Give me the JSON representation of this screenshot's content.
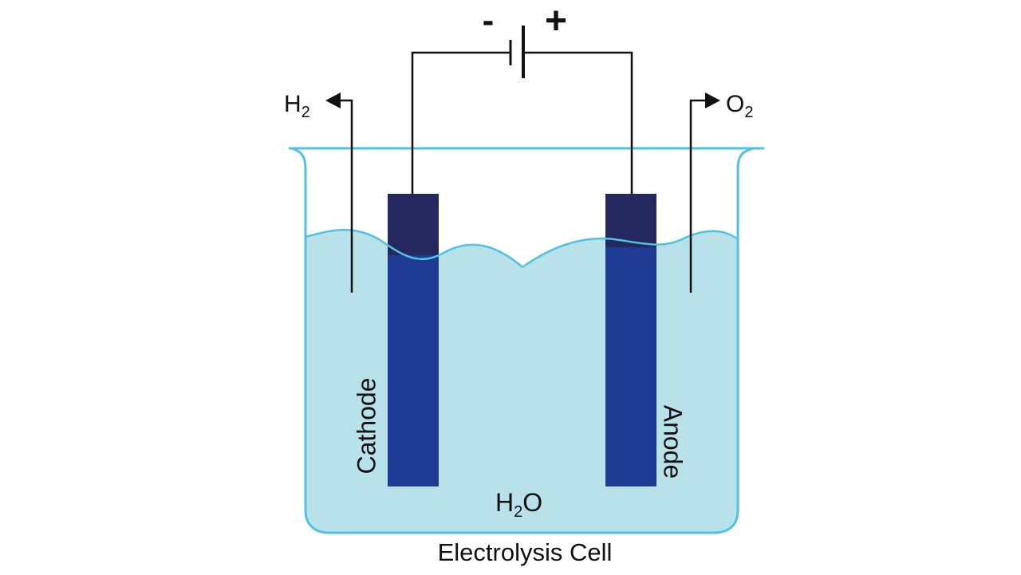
{
  "battery": {
    "negative_symbol": "-",
    "positive_symbol": "+"
  },
  "gases": {
    "hydrogen": {
      "symbol": "H",
      "subscript": "2"
    },
    "oxygen": {
      "symbol": "O",
      "subscript": "2"
    }
  },
  "electrodes": {
    "cathode_label": "Cathode",
    "anode_label": "Anode"
  },
  "electrolyte": {
    "symbol": "H",
    "subscript": "2",
    "suffix": "O"
  },
  "caption": "Electrolysis Cell",
  "colors": {
    "beaker_outline": "#4fc3e0",
    "water_fill": "#b8e1ea",
    "electrode_body": "#1f3a93",
    "electrode_top": "#24285e",
    "wire": "#111111"
  }
}
